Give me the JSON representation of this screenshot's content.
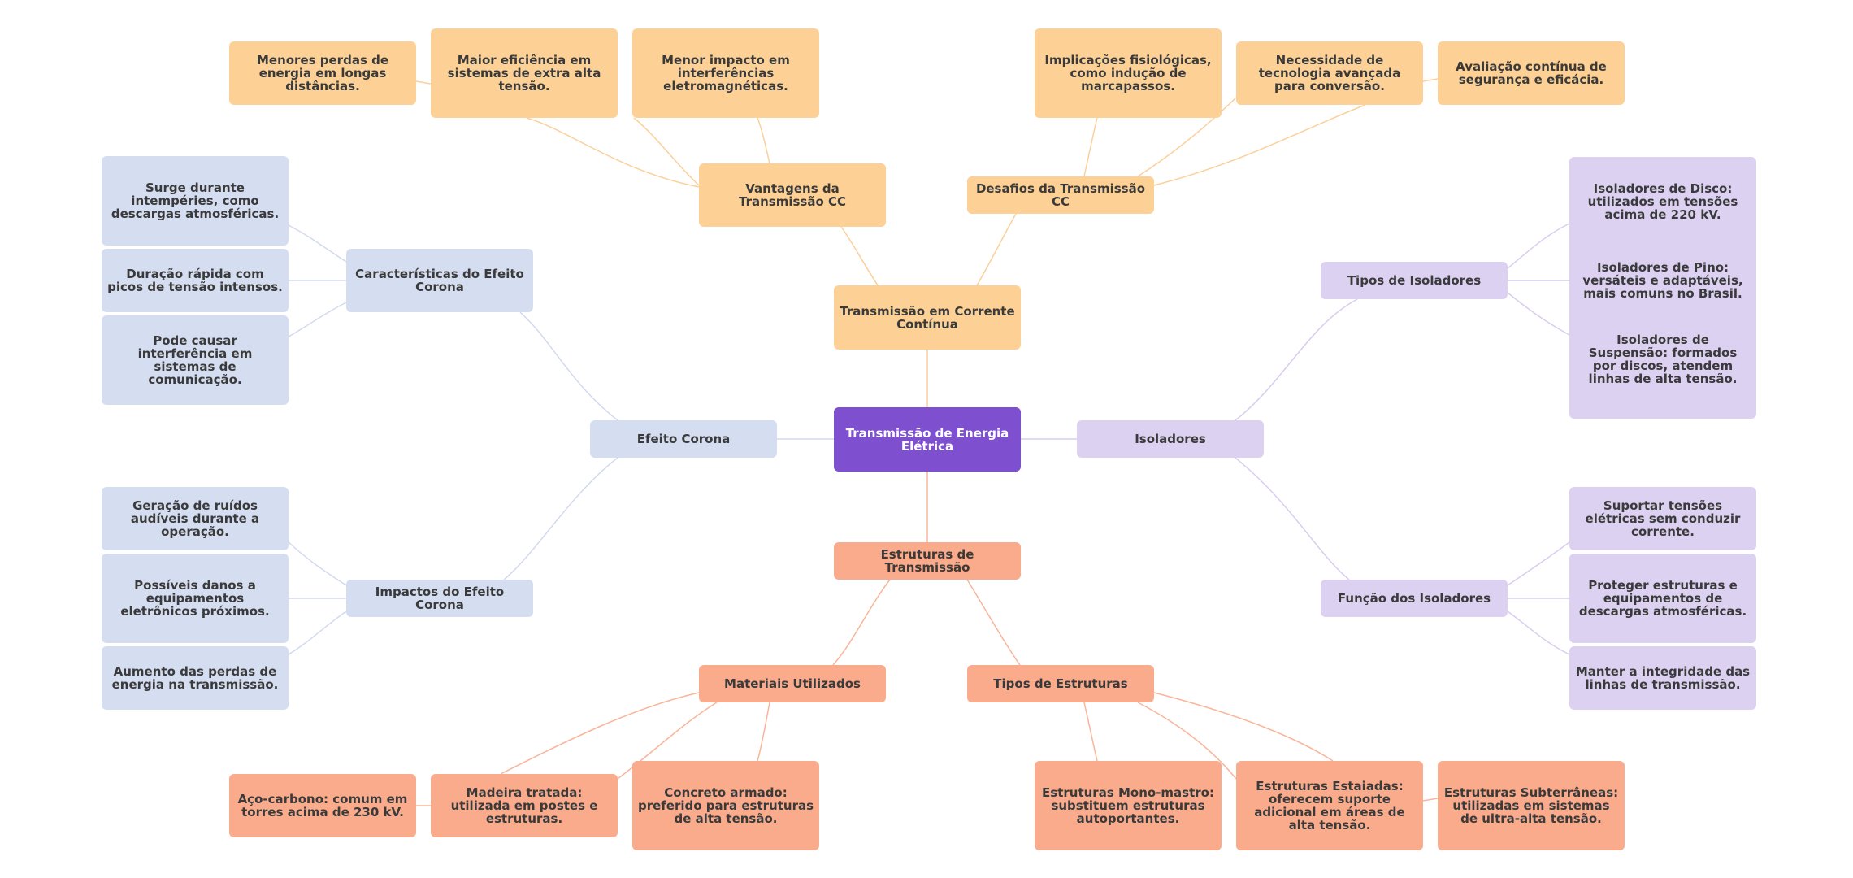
{
  "colors": {
    "root": "#7e4fcf",
    "corrente_continua": "#fdd195",
    "estruturas": "#faab8c",
    "efeito_corona": "#d5ddf1",
    "isoladores": "#ddd1f2",
    "link_orange": "#fbd09b",
    "link_salmon": "#f9b59a",
    "link_blue": "#d3daf0",
    "link_purple": "#d9cdef"
  },
  "root": "Transmissão de Energia Elétrica",
  "cc": {
    "title": "Transmissão em Corrente Contínua",
    "vantagens": {
      "title": "Vantagens da Transmissão CC",
      "items": [
        "Menores perdas de energia em longas distâncias.",
        "Maior eficiência em sistemas de extra alta tensão.",
        "Menor impacto em interferências eletromagnéticas."
      ]
    },
    "desafios": {
      "title": "Desafios da Transmissão CC",
      "items": [
        "Implicações fisiológicas, como indução de marcapassos.",
        "Necessidade de tecnologia avançada para conversão.",
        "Avaliação contínua de segurança e eficácia."
      ]
    }
  },
  "corona": {
    "title": "Efeito Corona",
    "caracteristicas": {
      "title": "Características do Efeito Corona",
      "items": [
        "Surge durante intempéries, como descargas atmosféricas.",
        "Duração rápida com picos de tensão intensos.",
        "Pode causar interferência em sistemas de comunicação."
      ]
    },
    "impactos": {
      "title": "Impactos do Efeito Corona",
      "items": [
        "Geração de ruídos audíveis durante a operação.",
        "Possíveis danos a equipamentos eletrônicos próximos.",
        "Aumento das perdas de energia na transmissão."
      ]
    }
  },
  "isoladores": {
    "title": "Isoladores",
    "tipos": {
      "title": "Tipos de Isoladores",
      "items": [
        "Isoladores de Disco: utilizados em tensões acima de 220 kV.",
        "Isoladores de Pino: versáteis e adaptáveis, mais comuns no Brasil.",
        "Isoladores de Suspensão: formados por discos, atendem linhas de alta tensão."
      ]
    },
    "funcao": {
      "title": "Função dos Isoladores",
      "items": [
        "Suportar tensões elétricas sem conduzir corrente.",
        "Proteger estruturas e equipamentos de descargas atmosféricas.",
        "Manter a integridade das linhas de transmissão."
      ]
    }
  },
  "estruturas": {
    "title": "Estruturas de Transmissão",
    "materiais": {
      "title": "Materiais Utilizados",
      "items": [
        "Aço-carbono: comum em torres acima de 230 kV.",
        "Madeira tratada: utilizada em postes e estruturas.",
        "Concreto armado: preferido para estruturas de alta tensão."
      ]
    },
    "tipos": {
      "title": "Tipos de Estruturas",
      "items": [
        "Estruturas Mono-mastro: substituem estruturas autoportantes.",
        "Estruturas Estaiadas: oferecem suporte adicional em áreas de alta tensão.",
        "Estruturas Subterrâneas: utilizadas em sistemas de ultra-alta tensão."
      ]
    }
  }
}
